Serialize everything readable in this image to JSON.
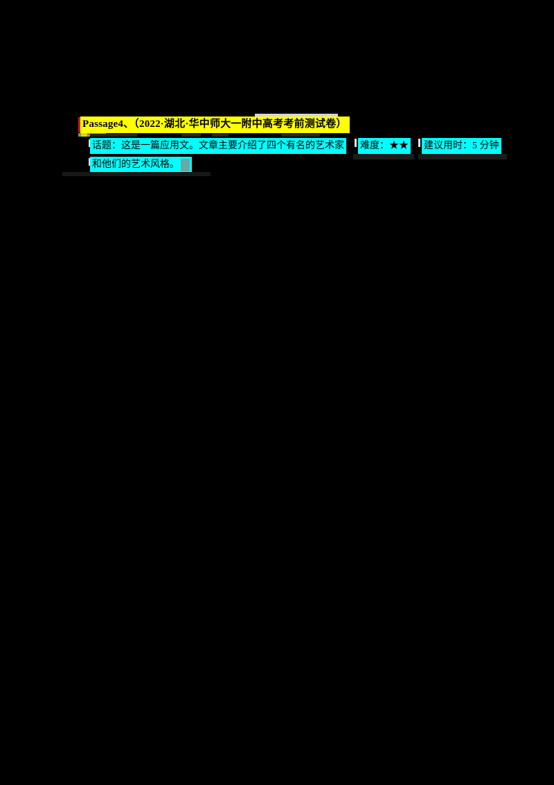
{
  "document": {
    "passage_header": {
      "label": "Passage4、（2022·湖北·华中师大一附中高考考前测试卷）"
    },
    "summary": {
      "topic_line1": "话题：这是一篇应用文。文章主要介绍了四个有名的艺术家",
      "topic_line2": "和他们的艺术风格。",
      "difficulty": "难度：★★",
      "suggested_time": "建议用时：5 分钟"
    },
    "colors": {
      "page_background": "#000000",
      "highlight_yellow": "#ffff00",
      "highlight_cyan": "#00ffff",
      "text_color": "#000000",
      "revision_mark_red": "#bf1d1d"
    }
  }
}
